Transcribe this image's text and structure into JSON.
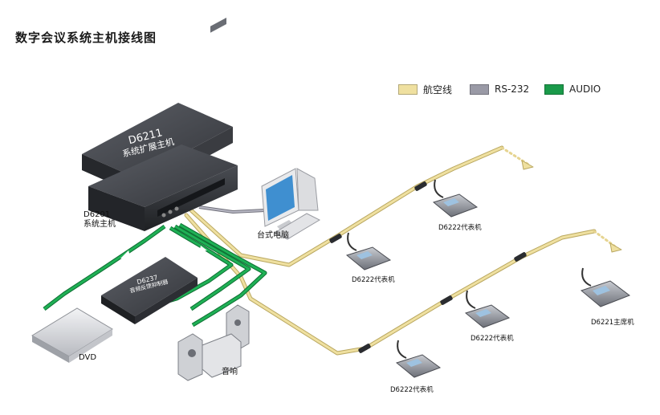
{
  "title": "数字会议系统主机接线图",
  "legend": [
    {
      "label": "航空线",
      "color": "#efe0a0"
    },
    {
      "label": "RS-232",
      "color": "#9a9aa6"
    },
    {
      "label": "AUDIO",
      "color": "#1a9a4a"
    }
  ],
  "nodes": {
    "expansion_host": {
      "model": "D6211",
      "name": "系统扩展主机"
    },
    "main_host": {
      "model": "D6201",
      "name": "系统主机"
    },
    "feedback_suppressor": {
      "model": "D6237",
      "name": "音频反馈抑制器"
    },
    "pc": {
      "name": "台式电脑"
    },
    "dvd": {
      "name": "DVD"
    },
    "speaker": {
      "name": "音响"
    },
    "delegate_label": "D6222代表机",
    "chairman_label": "D6221主席机"
  },
  "colors": {
    "aviation_cable": "#efe0a0",
    "rs232": "#9a9aa6",
    "audio": "#1a9a4a",
    "device_dark": "#2a2c30",
    "device_light": "#d8d9dc"
  }
}
